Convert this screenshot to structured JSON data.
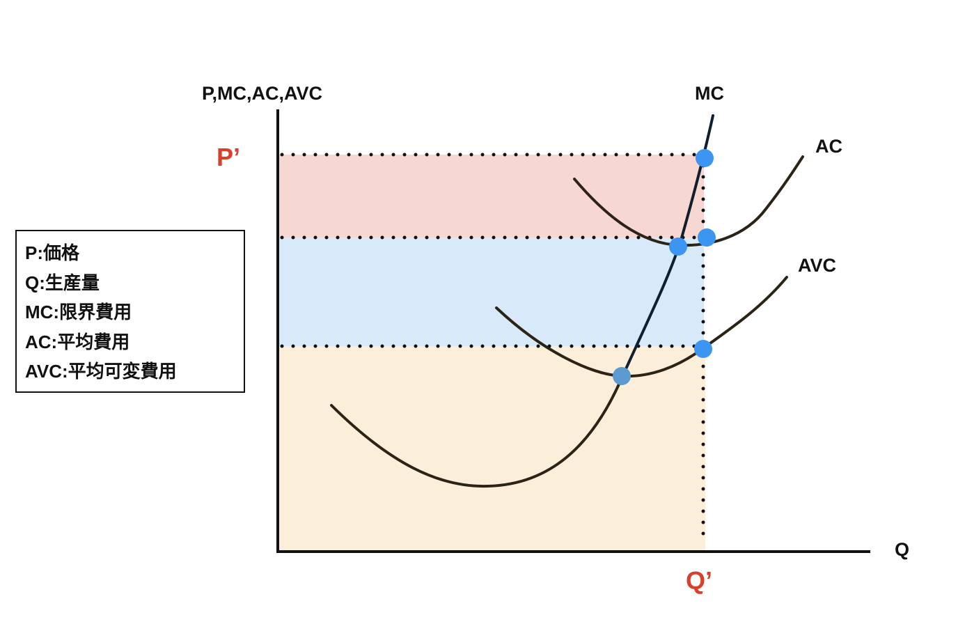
{
  "diagram": {
    "y_axis_label": "P,MC,AC,AVC",
    "x_axis_label": "Q",
    "price_marker": "P’",
    "quantity_marker": "Q’",
    "curve_labels": {
      "mc": "MC",
      "ac": "AC",
      "avc": "AVC"
    }
  },
  "legend": {
    "items": [
      "P:価格",
      "Q:生産量",
      "MC:限界費用",
      "AC:平均費用",
      "AVC:平均可変費用"
    ]
  },
  "colors": {
    "marker_red": "#d9402b",
    "profit_region": "#f6d7d2",
    "fixed_cost_region": "#d8e9f9",
    "variable_cost_region": "#fbefda",
    "curve": "#2b2416",
    "mc_curve_upper": "#0f1f2e",
    "point_blue": "#3d95f2",
    "point_muted": "#5c9bd0"
  }
}
